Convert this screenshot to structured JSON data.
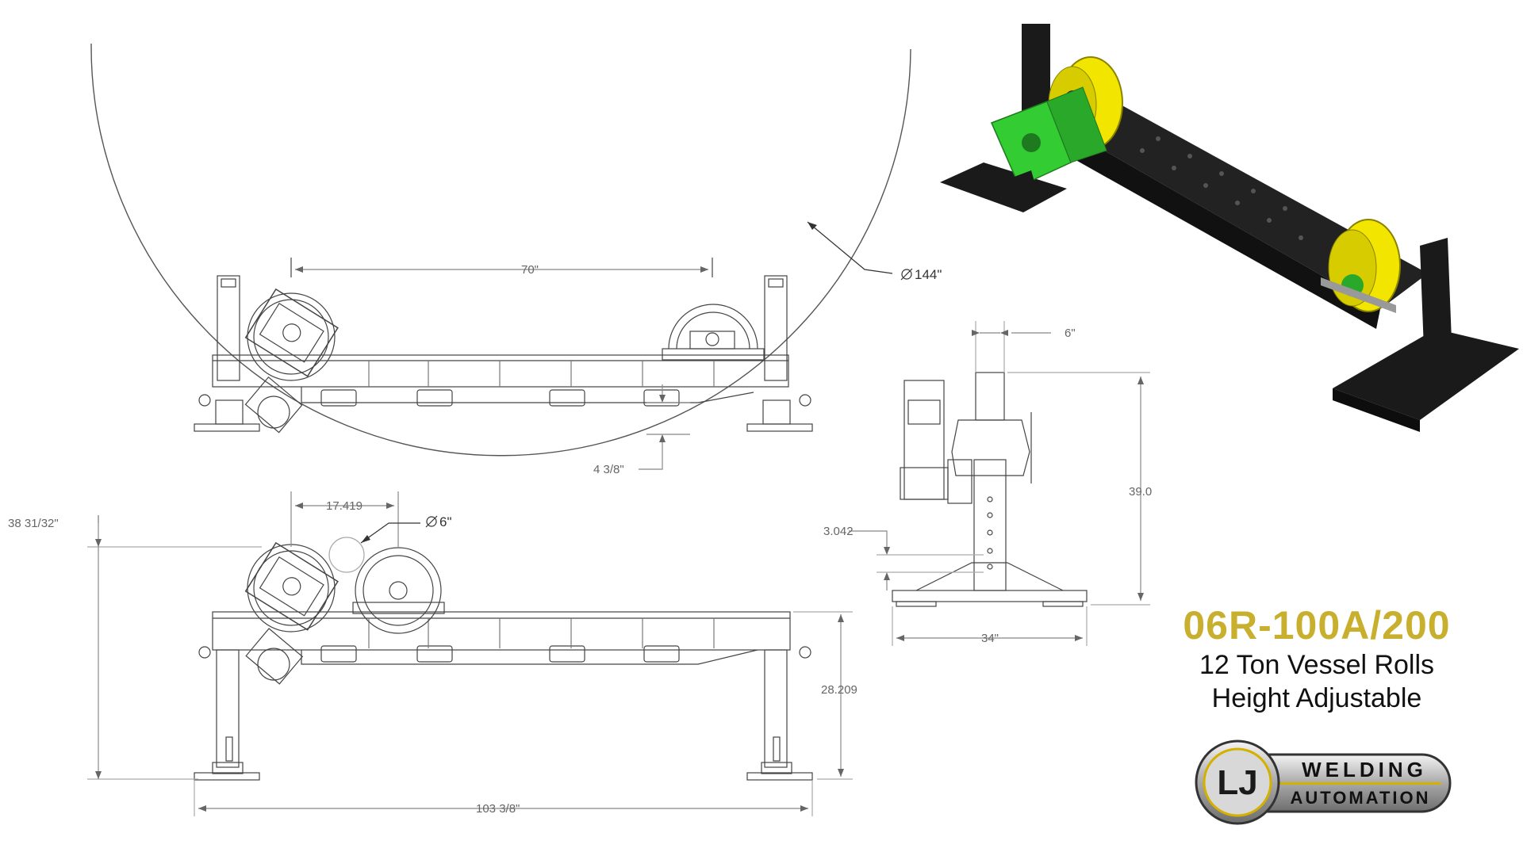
{
  "dimensions": {
    "roll_spacing": "70\"",
    "vessel_diameter": "144\"",
    "wheel_spacing_min": "17.419",
    "vessel_min": "6\"",
    "height_overall": "38 31/32\"",
    "frame_height": "28.209",
    "length_overall": "103 3/8\"",
    "height_adjust": "4 3/8\"",
    "end_width": "6\"",
    "end_height": "39.0",
    "end_offset": "3.042",
    "base_width": "34\""
  },
  "product": {
    "model": "06R-100A/200",
    "line1": "12 Ton Vessel Rolls",
    "line2": "Height Adjustable"
  },
  "logo": {
    "monogram": "LJ",
    "word1": "WELDING",
    "word2": "AUTOMATION"
  },
  "colors": {
    "model_text": "#c8b02e",
    "wheel_yellow": "#f2e600",
    "motor_green": "#33cc33",
    "frame_black": "#1a1a1a"
  }
}
